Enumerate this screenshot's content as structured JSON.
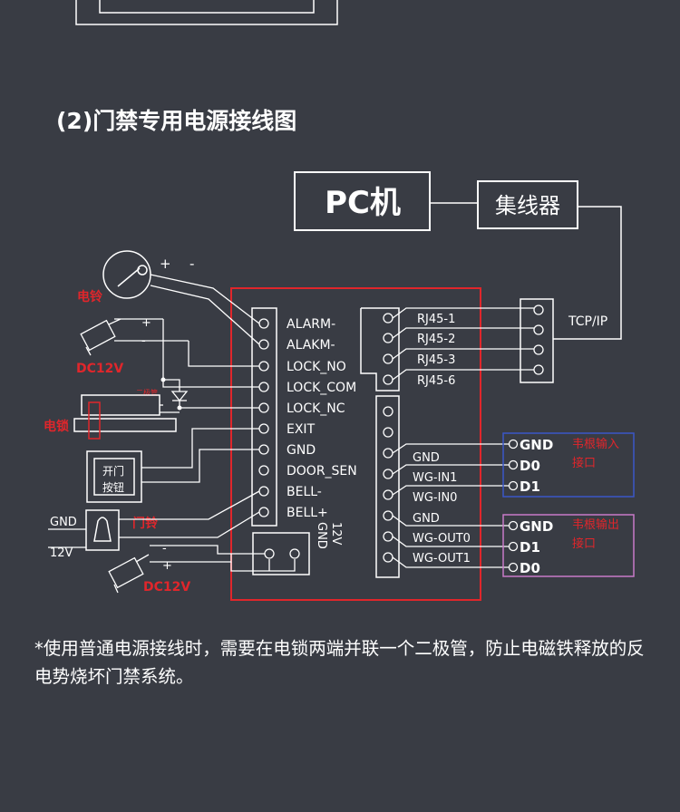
{
  "section_title": "(2)门禁专用电源接线图",
  "note": "*使用普通电源接线时，需要在电锁两端并联一个二极管，防止电磁铁释放的反电势烧坏门禁系统。",
  "colors": {
    "background": "#393c44",
    "line": "#ffffff",
    "red": "#e0262b",
    "blue": "#3a56c8",
    "pink": "#c87ac8"
  },
  "boxes": {
    "pc": "PC机",
    "hub": "集线器"
  },
  "tcp_label": "TCP/IP",
  "left_terminals": [
    "ALARM-",
    "ALAKM-",
    "LOCK_NO",
    "LOCK_COM",
    "LOCK_NC",
    "EXIT",
    "GND",
    "DOOR_SEN",
    "BELL-",
    "BELL+"
  ],
  "power_terminals": [
    "12V",
    "GND"
  ],
  "rj45_terminals": [
    "RJ45-1",
    "RJ45-2",
    "RJ45-3",
    "RJ45-6"
  ],
  "wiegand_terminals": [
    "GND",
    "WG-IN1",
    "WG-IN0",
    "GND",
    "WG-OUT0",
    "WG-OUT1"
  ],
  "wiegand_in": {
    "pins": [
      "GND",
      "D0",
      "D1"
    ],
    "label": "韦根输入接口"
  },
  "wiegand_out": {
    "pins": [
      "GND",
      "D1",
      "D0"
    ],
    "label": "韦根输出接口"
  },
  "devices": {
    "bell": "电铃",
    "dc_top": "DC12V",
    "dc_bottom": "DC12V",
    "diode": "二极管",
    "lock": "电锁",
    "exit_button": [
      "开门",
      "按钮"
    ],
    "door_bell": "门铃",
    "gnd_label": "GND",
    "v12_label": "12V",
    "plus": "+",
    "minus": "-"
  }
}
